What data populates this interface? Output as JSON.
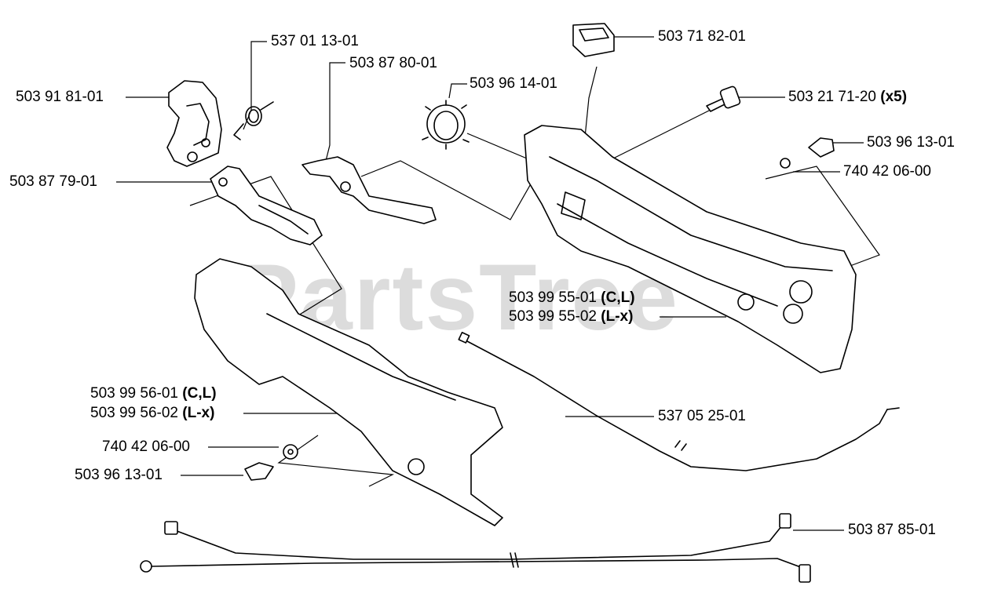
{
  "watermark": "PartsTree",
  "labels": {
    "l1": {
      "num": "537 01 13-01",
      "note": ""
    },
    "l2": {
      "num": "503 87 80-01",
      "note": ""
    },
    "l3": {
      "num": "503 71 82-01",
      "note": ""
    },
    "l4": {
      "num": "503 91 81-01",
      "note": ""
    },
    "l5": {
      "num": "503 96 14-01",
      "note": ""
    },
    "l6": {
      "num": "503 21 71-20",
      "note": "(x5)"
    },
    "l7": {
      "num": "503 96 13-01",
      "note": ""
    },
    "l8": {
      "num": "503 87 79-01",
      "note": ""
    },
    "l9": {
      "num": "740 42 06-00",
      "note": ""
    },
    "l10": {
      "num": "503 99 55-01",
      "note": "(C,L)"
    },
    "l11": {
      "num": "503 99 55-02",
      "note": "(L-x)"
    },
    "l12": {
      "num": "503 99 56-01",
      "note": "(C,L)"
    },
    "l13": {
      "num": "503 99 56-02",
      "note": "(L-x)"
    },
    "l14": {
      "num": "537 05 25-01",
      "note": ""
    },
    "l15": {
      "num": "740 42 06-00",
      "note": ""
    },
    "l16": {
      "num": "503 96 13-01",
      "note": ""
    },
    "l17": {
      "num": "503 87 85-01",
      "note": ""
    }
  }
}
